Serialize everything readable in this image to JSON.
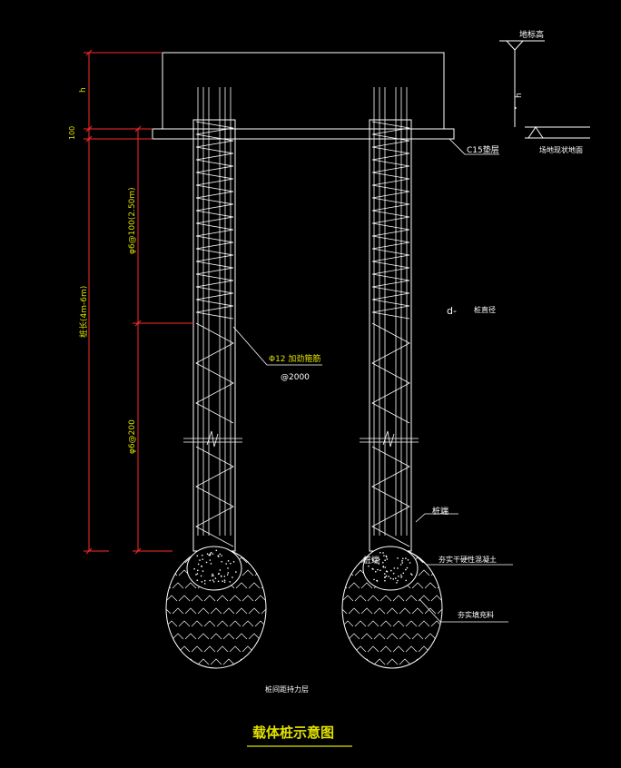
{
  "labels": {
    "ground_elev": "地标高",
    "dim_h_right": "h",
    "dim_h_left": "h",
    "dim_100": "100",
    "cushion": "C15垫层",
    "existing_ground": "场地现状地面",
    "stirrup_dense": "φ6@100(2.50m)",
    "pile_length": "桩长(4m-6m)",
    "stirrup_sparse": "φ6@200",
    "add_hoop_1": "Φ12 加劲箍筋",
    "add_hoop_2": "@2000",
    "diameter": "d-",
    "diameter_label": "桩直径",
    "pile_end": "桩端",
    "dry_concrete": "夯实干硬性混凝土",
    "filler": "夯实填充料",
    "bearing_layer": "桩间距持力层",
    "title": "载体桩示意图"
  },
  "colors": {
    "line": "#ffffff",
    "dimension": "#ff2a2a",
    "text_yellow": "#e0e000",
    "background": "#000000"
  }
}
